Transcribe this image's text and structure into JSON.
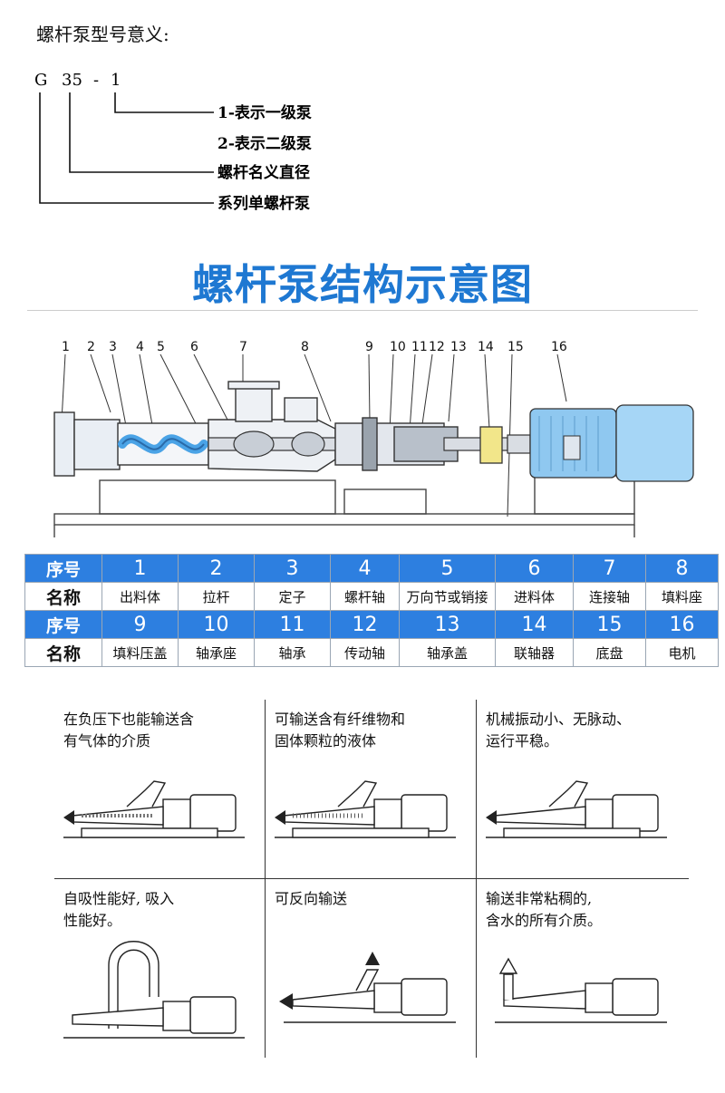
{
  "model": {
    "heading": "螺杆泵型号意义:",
    "code_parts": [
      "G",
      "35",
      "-",
      "1"
    ],
    "meanings": [
      "1-表示一级泵",
      "2-表示二级泵",
      "螺杆名义直径",
      "系列单螺杆泵"
    ]
  },
  "structure_title": "螺杆泵结构示意图",
  "diagram_numbers": [
    "1",
    "2",
    "3",
    "4",
    "5",
    "6",
    "7",
    "8",
    "9",
    "10",
    "11",
    "12",
    "13",
    "14",
    "15",
    "16"
  ],
  "table": {
    "num_header": "序号",
    "name_header": "名称",
    "row1_nums": [
      "1",
      "2",
      "3",
      "4",
      "5",
      "6",
      "7",
      "8"
    ],
    "row1_names": [
      "出料体",
      "拉杆",
      "定子",
      "螺杆轴",
      "万向节或销接",
      "进料体",
      "连接轴",
      "填料座"
    ],
    "row2_nums": [
      "9",
      "10",
      "11",
      "12",
      "13",
      "14",
      "15",
      "16"
    ],
    "row2_names": [
      "填料压盖",
      "轴承座",
      "轴承",
      "传动轴",
      "轴承盖",
      "联轴器",
      "底盘",
      "电机"
    ]
  },
  "features": [
    {
      "line1": "在负压下也能输送含",
      "line2": "有气体的介质"
    },
    {
      "line1": "可输送含有纤维物和",
      "line2": "固体颗粒的液体"
    },
    {
      "line1": "机械振动小、无脉动、",
      "line2": "运行平稳。"
    },
    {
      "line1": "自吸性能好, 吸入",
      "line2": "性能好。"
    },
    {
      "line1": "可反向输送",
      "line2": ""
    },
    {
      "line1": "输送非常粘稠的,",
      "line2": "含水的所有介质。"
    }
  ],
  "colors": {
    "title_blue": "#1e78d2",
    "table_blue": "#2d7fe0",
    "motor_blue": "#8fc8f0",
    "coupling_yellow": "#f2e68a"
  }
}
